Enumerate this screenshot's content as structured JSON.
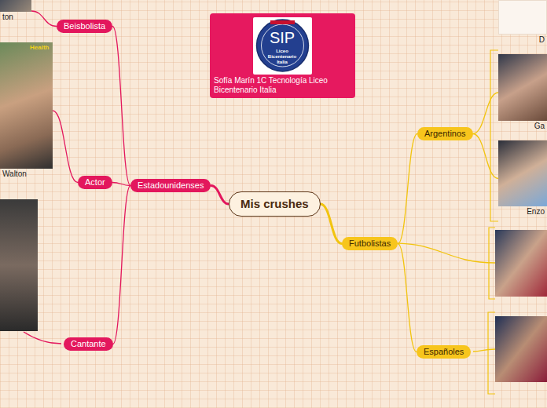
{
  "diagram": {
    "nodes": [
      {
        "text": [
          "Mis crushes"
        ]
      },
      {
        "text": [
          "Estadounidenses"
        ]
      },
      {
        "text": [
          "Beisbolista"
        ]
      },
      {
        "text": [
          "Actor"
        ]
      },
      {
        "text": [
          "Cantante"
        ]
      },
      {
        "text": [
          "Futbolistas"
        ]
      },
      {
        "text": [
          "Argentinos"
        ]
      },
      {
        "text": [
          "Españoles"
        ]
      },
      {
        "text": [
          "ton"
        ]
      },
      {
        "text": [
          "Walton"
        ]
      },
      {
        "text": [
          "D"
        ]
      },
      {
        "text": [
          "Ga"
        ]
      },
      {
        "text": [
          "Enzo"
        ]
      },
      {
        "text": [
          "Sofía Marín 1C Tecnología Liceo Bicentenario Italia"
        ]
      }
    ],
    "edges": [
      {
        "from": 0,
        "to": 1,
        "arrow": "none"
      },
      {
        "from": 0,
        "to": 5,
        "arrow": "none"
      },
      {
        "from": 1,
        "to": 2,
        "arrow": "none"
      },
      {
        "from": 1,
        "to": 3,
        "arrow": "none"
      },
      {
        "from": 1,
        "to": 4,
        "arrow": "none"
      },
      {
        "from": 5,
        "to": 6,
        "arrow": "none"
      },
      {
        "from": 5,
        "to": 7,
        "arrow": "none"
      },
      {
        "from": 2,
        "to": 8,
        "arrow": "none"
      },
      {
        "from": 3,
        "to": 9,
        "arrow": "none"
      },
      {
        "from": 6,
        "to": 11,
        "arrow": "none"
      },
      {
        "from": 6,
        "to": 12,
        "arrow": "none"
      }
    ],
    "labels": [
      "Health",
      "SIP",
      "Liceo Bicentenario Italia"
    ]
  }
}
